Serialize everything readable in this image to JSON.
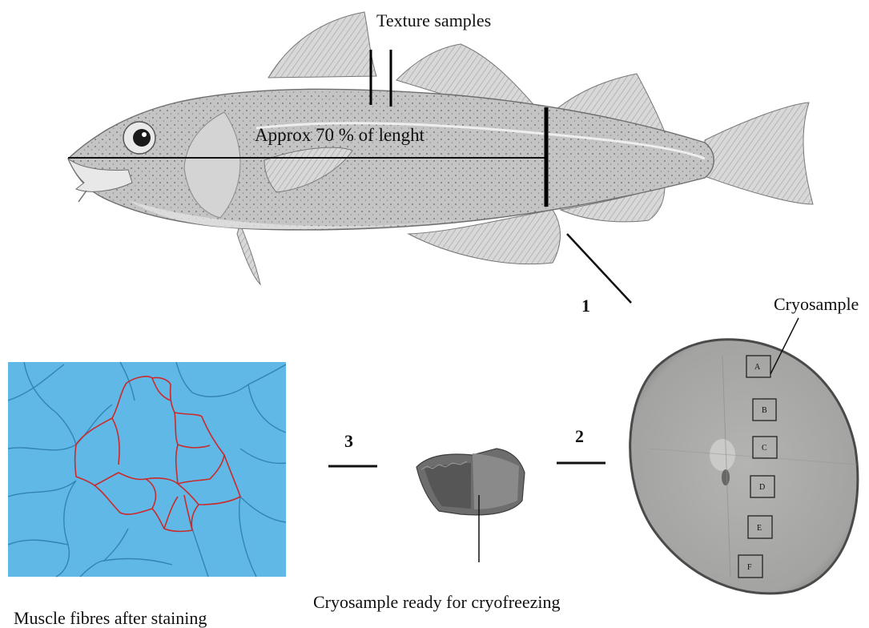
{
  "labels": {
    "texture_samples": "Texture samples",
    "approx_length": "Approx 70 % of lenght",
    "cryosample": "Cryosample",
    "cryosample_ready": "Cryosample ready for cryofreezing",
    "muscle_fibres": "Muscle fibres after staining"
  },
  "steps": [
    "1",
    "2",
    "3"
  ],
  "sample_positions": [
    "A",
    "B",
    "C",
    "D",
    "E",
    "F"
  ],
  "colors": {
    "fish_body": "#c9c9c9",
    "fin": "#d6d6d6",
    "cross_section": "#a9a9a7",
    "micrograph_bg": "#5fb8e6",
    "highlight_fibre": "#cc2a2a",
    "line": "#111111"
  }
}
